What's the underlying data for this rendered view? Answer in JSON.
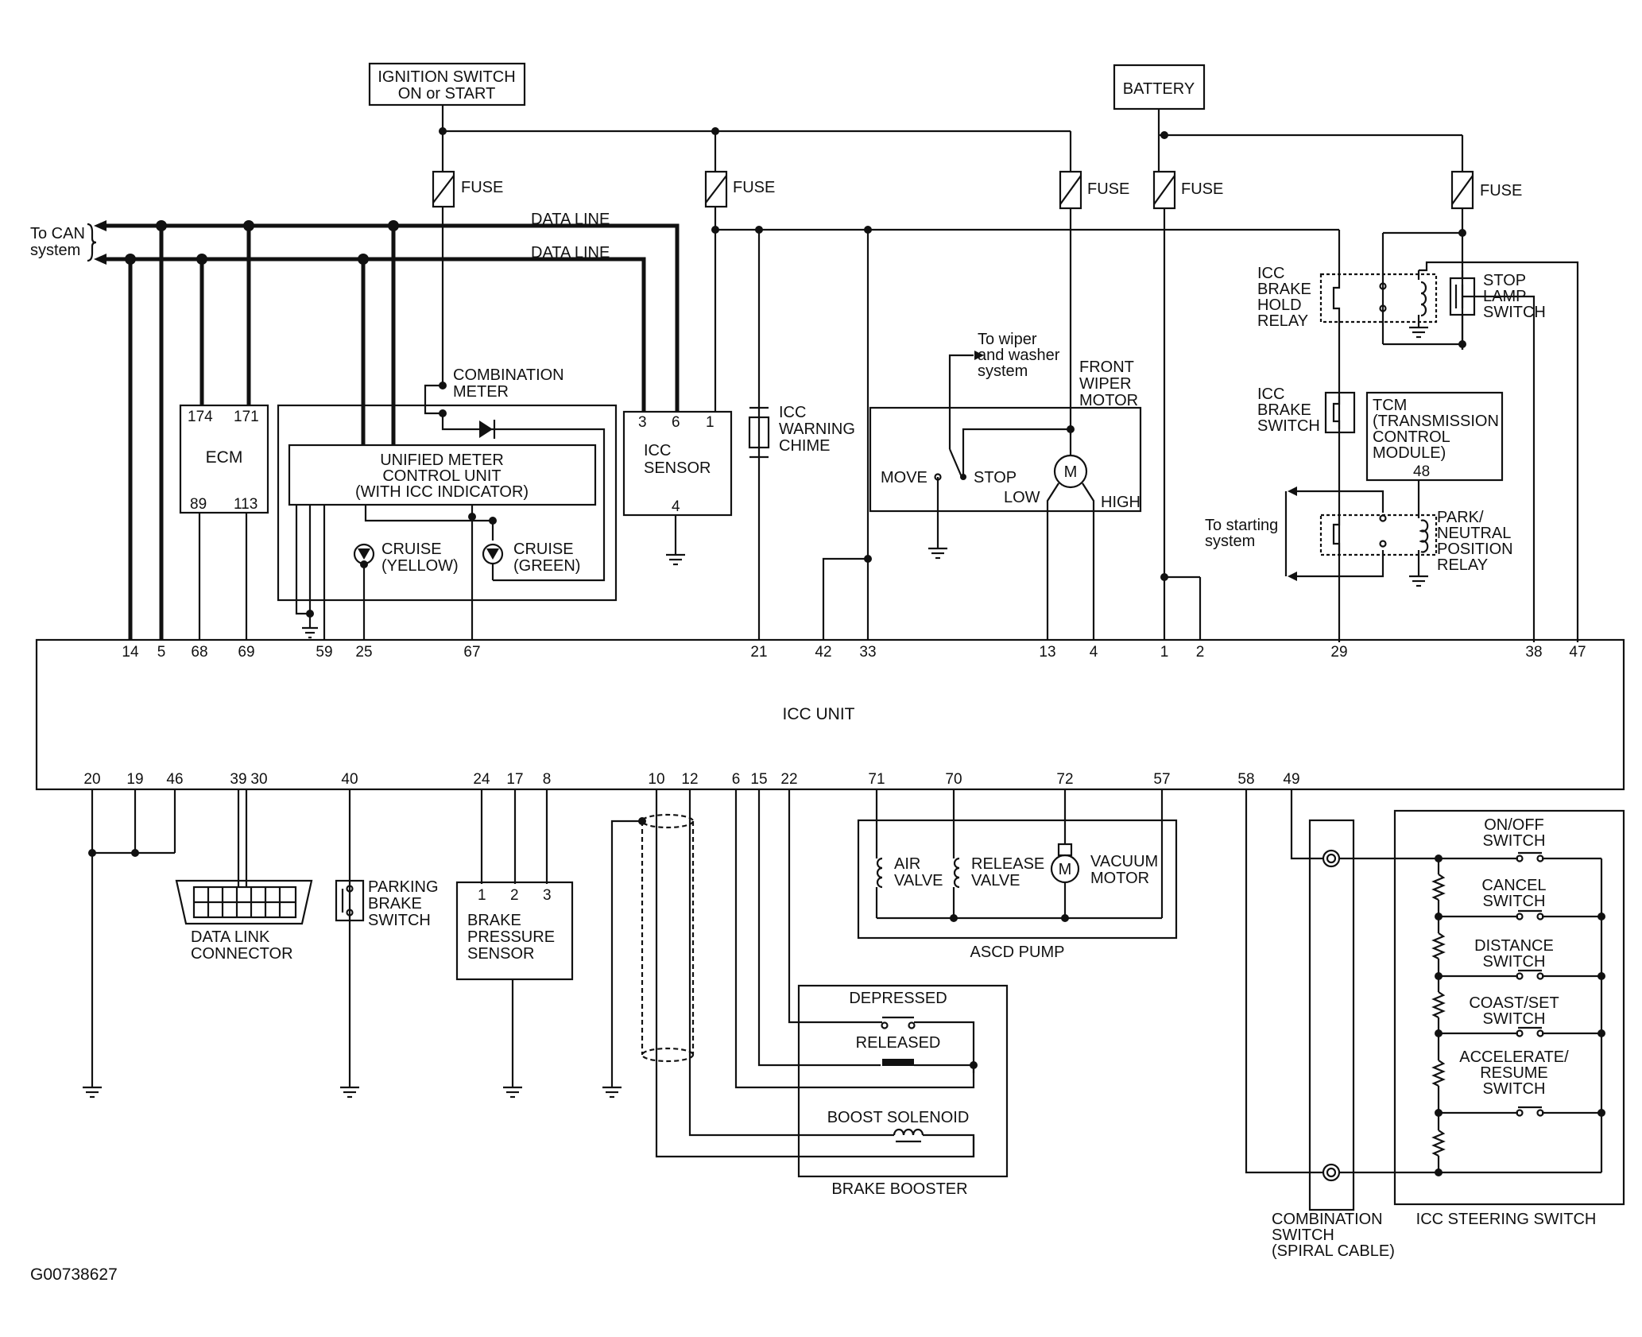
{
  "diagram_id": "G00738627",
  "supplies": {
    "ignition": [
      "IGNITION SWITCH",
      "ON or START"
    ],
    "battery": "BATTERY",
    "fuse": "FUSE"
  },
  "can": {
    "to_can": [
      "To CAN",
      "system"
    ],
    "data_line": "DATA LINE"
  },
  "ecm": {
    "label": "ECM",
    "pins": [
      "174",
      "171",
      "89",
      "113"
    ]
  },
  "combination_meter": {
    "label": [
      "COMBINATION",
      "METER"
    ],
    "unit": [
      "UNIFIED METER",
      "CONTROL UNIT",
      "(WITH ICC INDICATOR)"
    ],
    "cruise_yellow": [
      "CRUISE",
      "(YELLOW)"
    ],
    "cruise_green": [
      "CRUISE",
      "(GREEN)"
    ]
  },
  "icc_sensor": {
    "label": [
      "ICC",
      "SENSOR"
    ],
    "pins": [
      "3",
      "6",
      "1",
      "4"
    ]
  },
  "warning_chime": [
    "ICC",
    "WARNING",
    "CHIME"
  ],
  "wiper": {
    "to_wiper": [
      "To wiper",
      "and washer",
      "system"
    ],
    "motor": [
      "FRONT",
      "WIPER",
      "MOTOR"
    ],
    "move": "MOVE",
    "stop": "STOP",
    "low": "LOW",
    "high": "HIGH",
    "m": "M"
  },
  "brake_hold_relay": [
    "ICC",
    "BRAKE",
    "HOLD",
    "RELAY"
  ],
  "stop_lamp_switch": [
    "STOP",
    "LAMP",
    "SWITCH"
  ],
  "icc_brake_switch": [
    "ICC",
    "BRAKE",
    "SWITCH"
  ],
  "tcm": {
    "label": [
      "TCM",
      "(TRANSMISSION",
      "CONTROL",
      "MODULE)"
    ],
    "pin": "48"
  },
  "to_starting": [
    "To starting",
    "system"
  ],
  "park_neutral_relay": [
    "PARK/",
    "NEUTRAL",
    "POSITION",
    "RELAY"
  ],
  "icc_unit": {
    "label": "ICC  UNIT",
    "top_pins": [
      "14",
      "5",
      "68",
      "69",
      "59",
      "25",
      "67",
      "21",
      "42",
      "33",
      "13",
      "4",
      "1",
      "2",
      "29",
      "38",
      "47"
    ],
    "bottom_pins": [
      "20",
      "19",
      "46",
      "39",
      "30",
      "40",
      "24",
      "17",
      "8",
      "10",
      "12",
      "6",
      "15",
      "22",
      "71",
      "70",
      "72",
      "57",
      "58",
      "49"
    ]
  },
  "data_link_connector": [
    "DATA LINK",
    "CONNECTOR"
  ],
  "parking_brake_switch": [
    "PARKING",
    "BRAKE",
    "SWITCH"
  ],
  "brake_pressure_sensor": {
    "label": [
      "BRAKE",
      "PRESSURE",
      "SENSOR"
    ],
    "pins": [
      "1",
      "2",
      "3"
    ]
  },
  "brake_booster": {
    "label": "BRAKE BOOSTER",
    "depressed": "DEPRESSED",
    "released": "RELEASED",
    "boost_solenoid": "BOOST SOLENOID"
  },
  "ascd_pump": {
    "label": "ASCD PUMP",
    "air_valve": [
      "AIR",
      "VALVE"
    ],
    "release_valve": [
      "RELEASE",
      "VALVE"
    ],
    "vacuum_motor": [
      "VACUUM",
      "MOTOR"
    ],
    "m": "M"
  },
  "combination_switch": [
    "COMBINATION",
    "SWITCH",
    "(SPIRAL CABLE)"
  ],
  "steering_switch": {
    "label": "ICC STEERING SWITCH",
    "on_off": [
      "ON/OFF",
      "SWITCH"
    ],
    "cancel": [
      "CANCEL",
      "SWITCH"
    ],
    "distance": [
      "DISTANCE",
      "SWITCH"
    ],
    "coast_set": [
      "COAST/SET",
      "SWITCH"
    ],
    "accelerate": [
      "ACCELERATE/",
      "RESUME",
      "SWITCH"
    ]
  }
}
